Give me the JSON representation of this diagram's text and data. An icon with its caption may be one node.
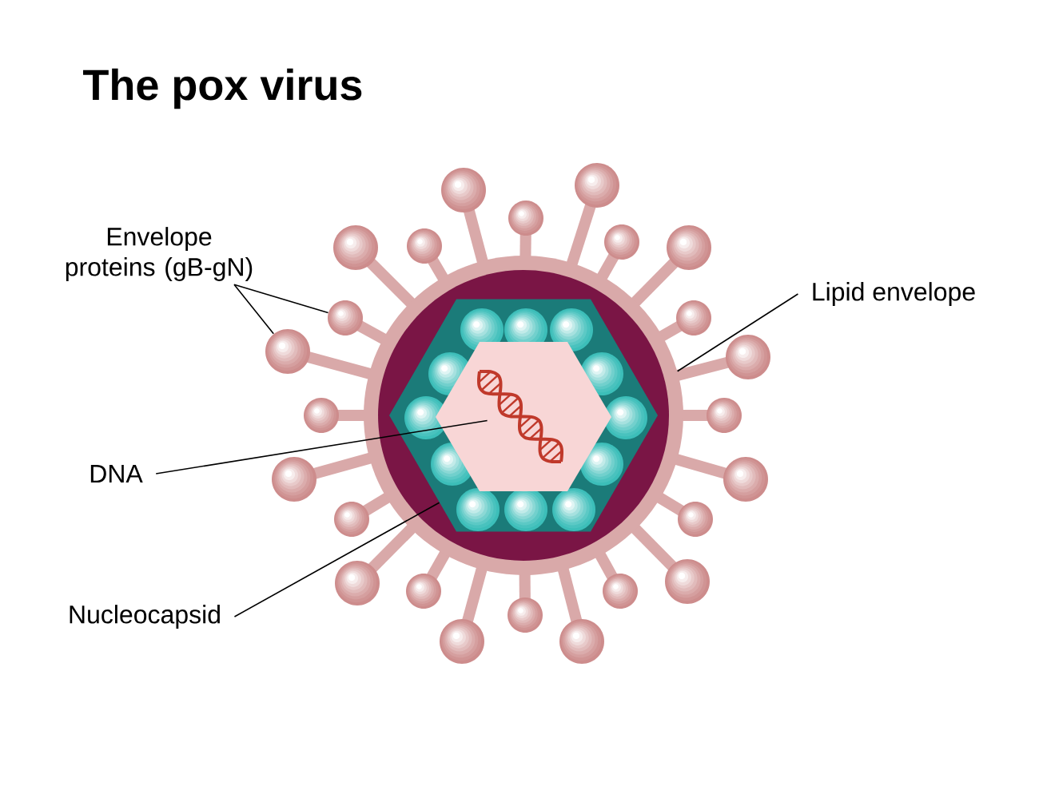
{
  "diagram": {
    "title": "The pox virus",
    "nodes": [
      {
        "text": [
          "Envelope proteins (gB-gN)"
        ]
      },
      {
        "text": [],
        "shape": "circle"
      },
      {
        "text": [],
        "shape": "circle"
      },
      {
        "text": [
          "Lipid envelope"
        ]
      },
      {
        "text": [],
        "shape": "circle"
      },
      {
        "text": [],
        "shape": "hexagon",
        "in": 4
      },
      {
        "text": [],
        "shape": "picture",
        "in": 5
      },
      {
        "text": [
          "DNA"
        ]
      },
      {
        "text": [
          "Nucleocapsid"
        ]
      },
      {
        "text": [],
        "shape": "circle"
      },
      {
        "text": [],
        "shape": "circle"
      },
      {
        "text": [],
        "shape": "circle"
      },
      {
        "text": [],
        "shape": "circle"
      },
      {
        "text": [],
        "shape": "circle"
      },
      {
        "text": [],
        "shape": "circle"
      },
      {
        "text": [],
        "shape": "circle"
      },
      {
        "text": [],
        "shape": "circle"
      },
      {
        "text": [],
        "shape": "circle"
      },
      {
        "text": [],
        "shape": "circle"
      },
      {
        "text": [],
        "shape": "circle"
      },
      {
        "text": [],
        "shape": "circle"
      },
      {
        "text": [],
        "shape": "circle"
      },
      {
        "text": [],
        "shape": "circle"
      },
      {
        "text": [],
        "shape": "circle"
      },
      {
        "text": [],
        "shape": "circle"
      },
      {
        "text": [],
        "shape": "circle"
      },
      {
        "text": [],
        "shape": "circle"
      },
      {
        "text": [],
        "shape": "circle"
      },
      {
        "text": [],
        "shape": "circle"
      },
      {
        "text": [],
        "shape": "circle"
      },
      {
        "text": [],
        "shape": "circle"
      }
    ],
    "edges": [
      {
        "from": 0,
        "to": 1,
        "arrow": "none"
      },
      {
        "from": 0,
        "to": 2,
        "arrow": "none"
      },
      {
        "from": 3,
        "to": 4,
        "arrow": "none"
      },
      {
        "from": 7,
        "to": 6,
        "arrow": "none"
      },
      {
        "from": 8,
        "to": 5,
        "arrow": "none"
      }
    ]
  }
}
